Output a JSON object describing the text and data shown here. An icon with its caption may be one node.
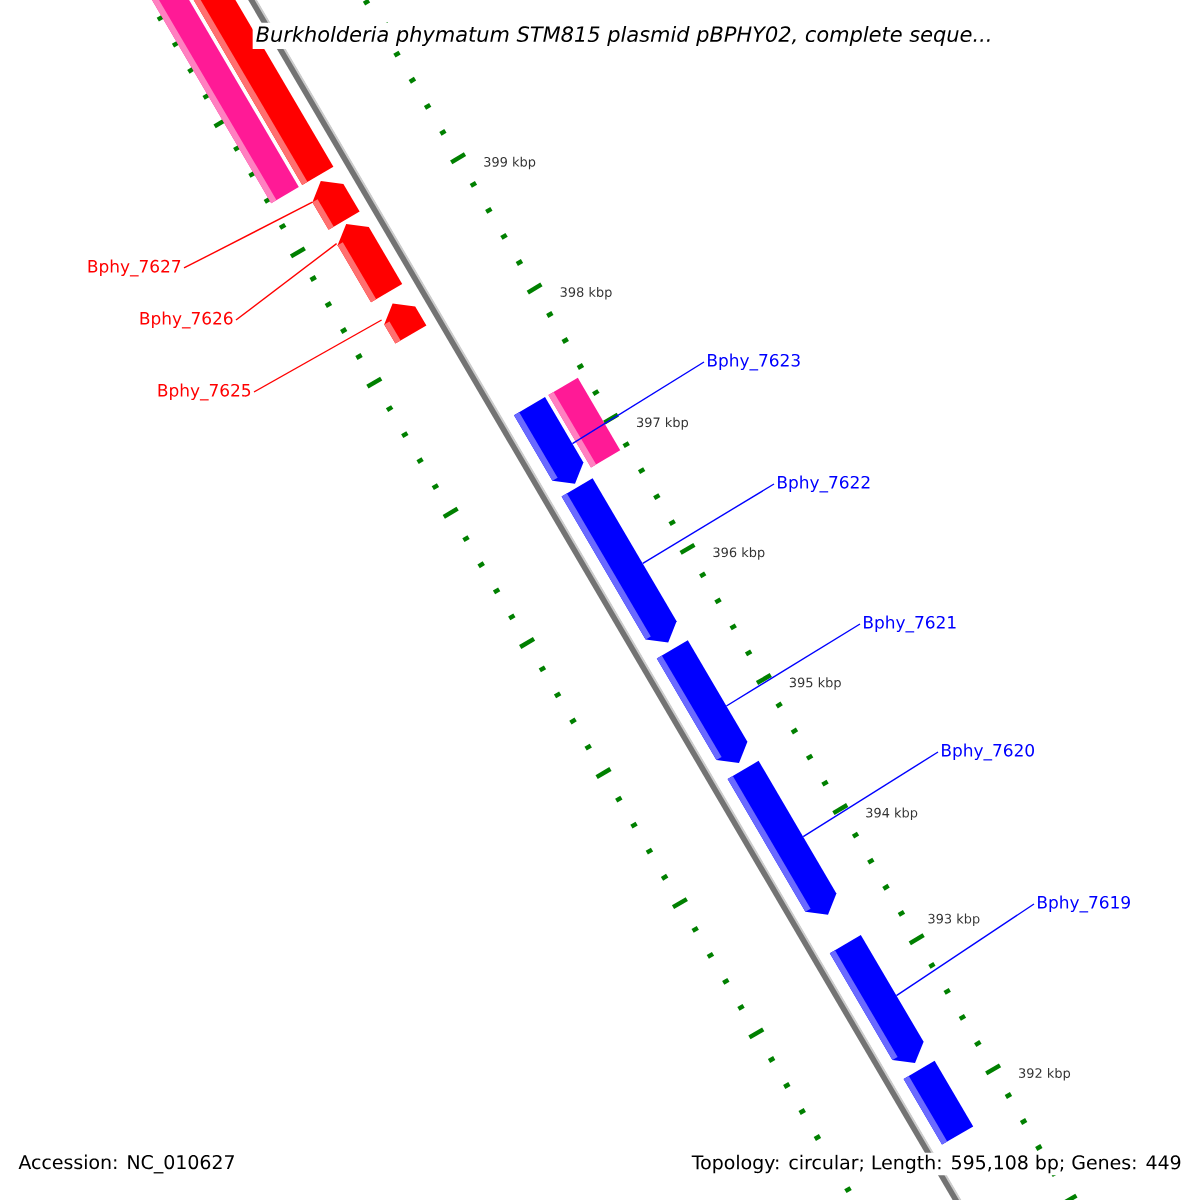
{
  "diagram": {
    "title": "*Burkholderia phymatum* STM815 plasmid pBPHY02, complete seque...",
    "nodes": [
      {
        "text": [
          "Bphy_7627"
        ]
      },
      {
        "text": [
          "Bphy_7626"
        ]
      },
      {
        "text": [
          "Bphy_7623"
        ]
      },
      {
        "text": [
          "Bphy_7625"
        ]
      },
      {
        "text": [
          "Bphy_7622"
        ]
      },
      {
        "text": [
          "Bphy_7621"
        ]
      },
      {
        "text": [
          "Bphy_7620"
        ]
      },
      {
        "text": [
          "Bphy_7619"
        ]
      },
      {
        "text": [],
        "shape": "bar"
      },
      {
        "text": [],
        "shape": "bar"
      },
      {
        "text": [],
        "shape": "bar"
      },
      {
        "text": [],
        "shape": "bar"
      },
      {
        "text": [],
        "shape": "bar"
      },
      {
        "text": [],
        "shape": "bar"
      },
      {
        "text": [],
        "shape": "bar"
      },
      {
        "text": [],
        "shape": "bar"
      },
      {
        "text": [],
        "shape": "bar"
      },
      {
        "text": [],
        "shape": "bar"
      },
      {
        "text": [],
        "shape": "bar"
      },
      {
        "text": [],
        "shape": "bar"
      }
    ],
    "edges": [
      {
        "from": 0,
        "to": 10,
        "arrow": "none",
        "color": "#ff0000"
      },
      {
        "from": 1,
        "to": 11,
        "arrow": "none",
        "color": "#ff0000"
      },
      {
        "from": 2,
        "to": 13,
        "arrow": "none"
      },
      {
        "from": 3,
        "to": 12,
        "arrow": "none",
        "color": "#ff0000"
      },
      {
        "from": 4,
        "to": 15,
        "arrow": "none"
      },
      {
        "from": 5,
        "to": 16,
        "arrow": "none"
      },
      {
        "from": 6,
        "to": 17,
        "arrow": "none"
      },
      {
        "from": 7,
        "to": 18,
        "arrow": "none"
      }
    ],
    "labels": [
      "399 kbp",
      "398 kbp",
      "397 kbp",
      "396 kbp",
      "395 kbp",
      "394 kbp",
      "393 kbp",
      "392 kbp",
      "Accession: NC_010627",
      "Topology: circular; Length: 595,108 bp; Genes: 449"
    ]
  }
}
